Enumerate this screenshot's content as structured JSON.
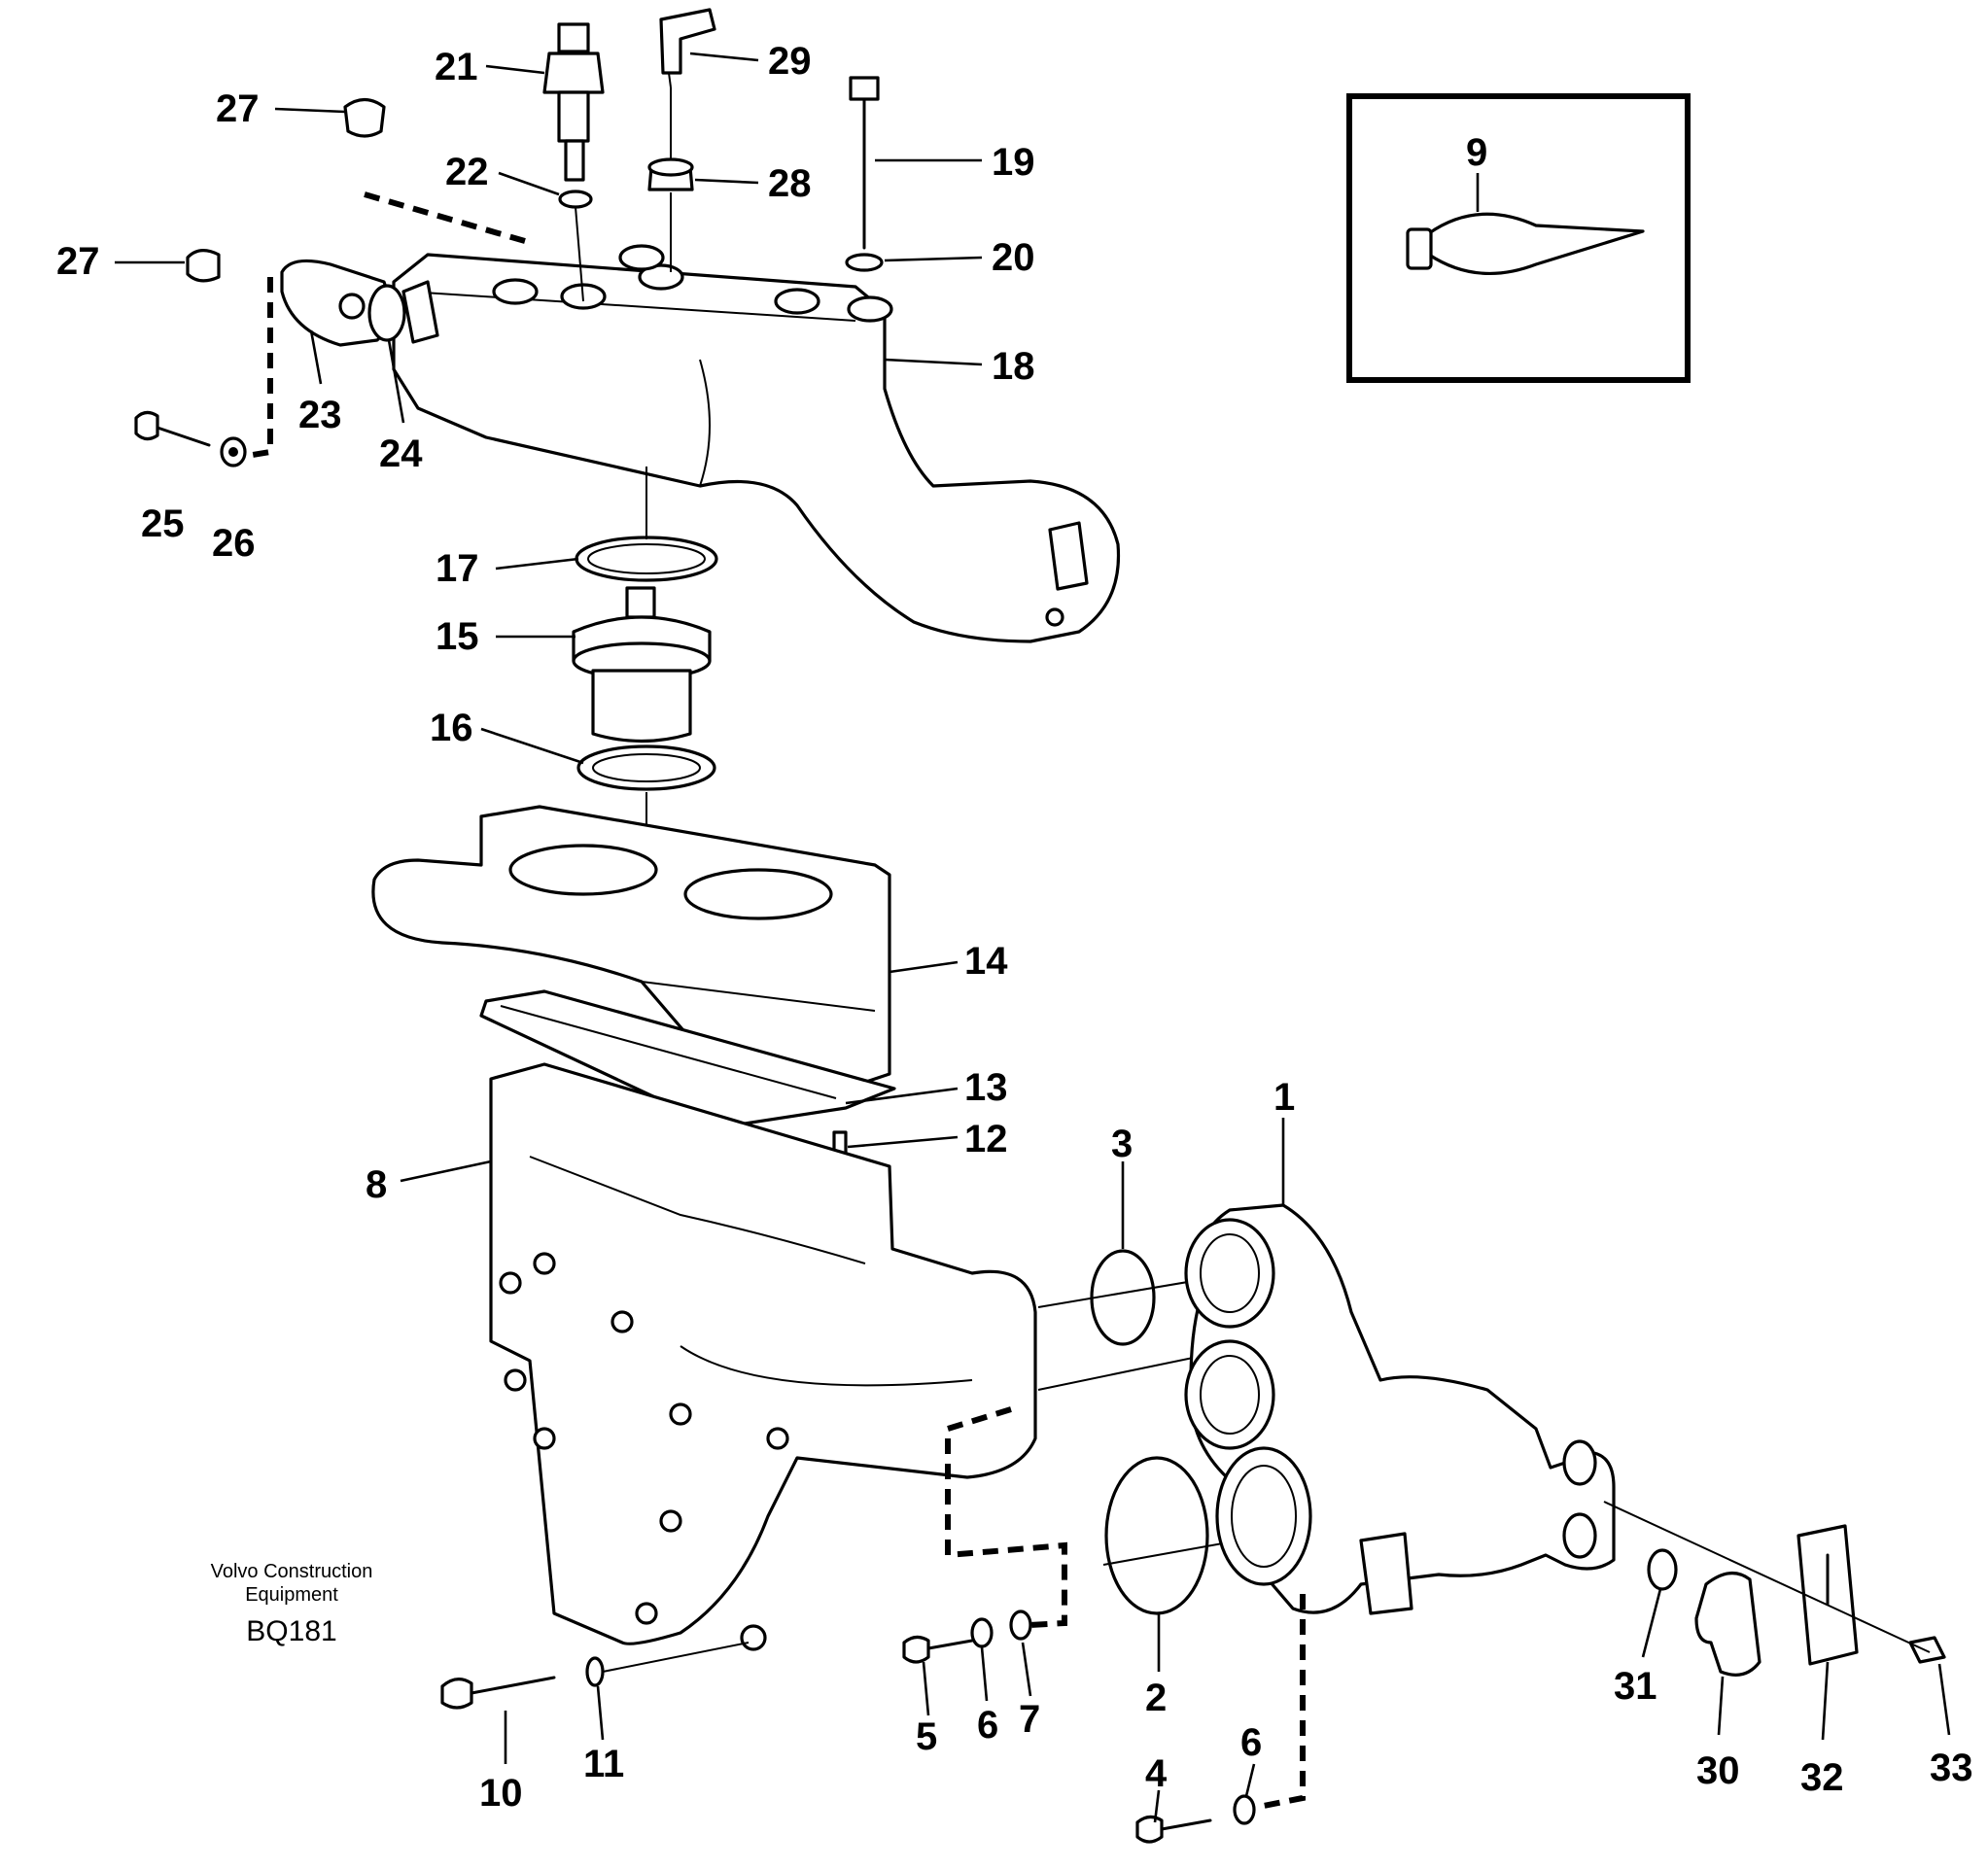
{
  "publisher": {
    "line1": "Volvo Construction",
    "line2": "Equipment"
  },
  "figure_code": "BQ181",
  "callouts": [
    "1",
    "2",
    "3",
    "4",
    "5",
    "6",
    "7",
    "8",
    "9",
    "10",
    "11",
    "12",
    "13",
    "14",
    "15",
    "16",
    "17",
    "18",
    "19",
    "20",
    "21",
    "22",
    "23",
    "24",
    "25",
    "26",
    "27",
    "28",
    "29",
    "30",
    "31",
    "32",
    "33"
  ]
}
